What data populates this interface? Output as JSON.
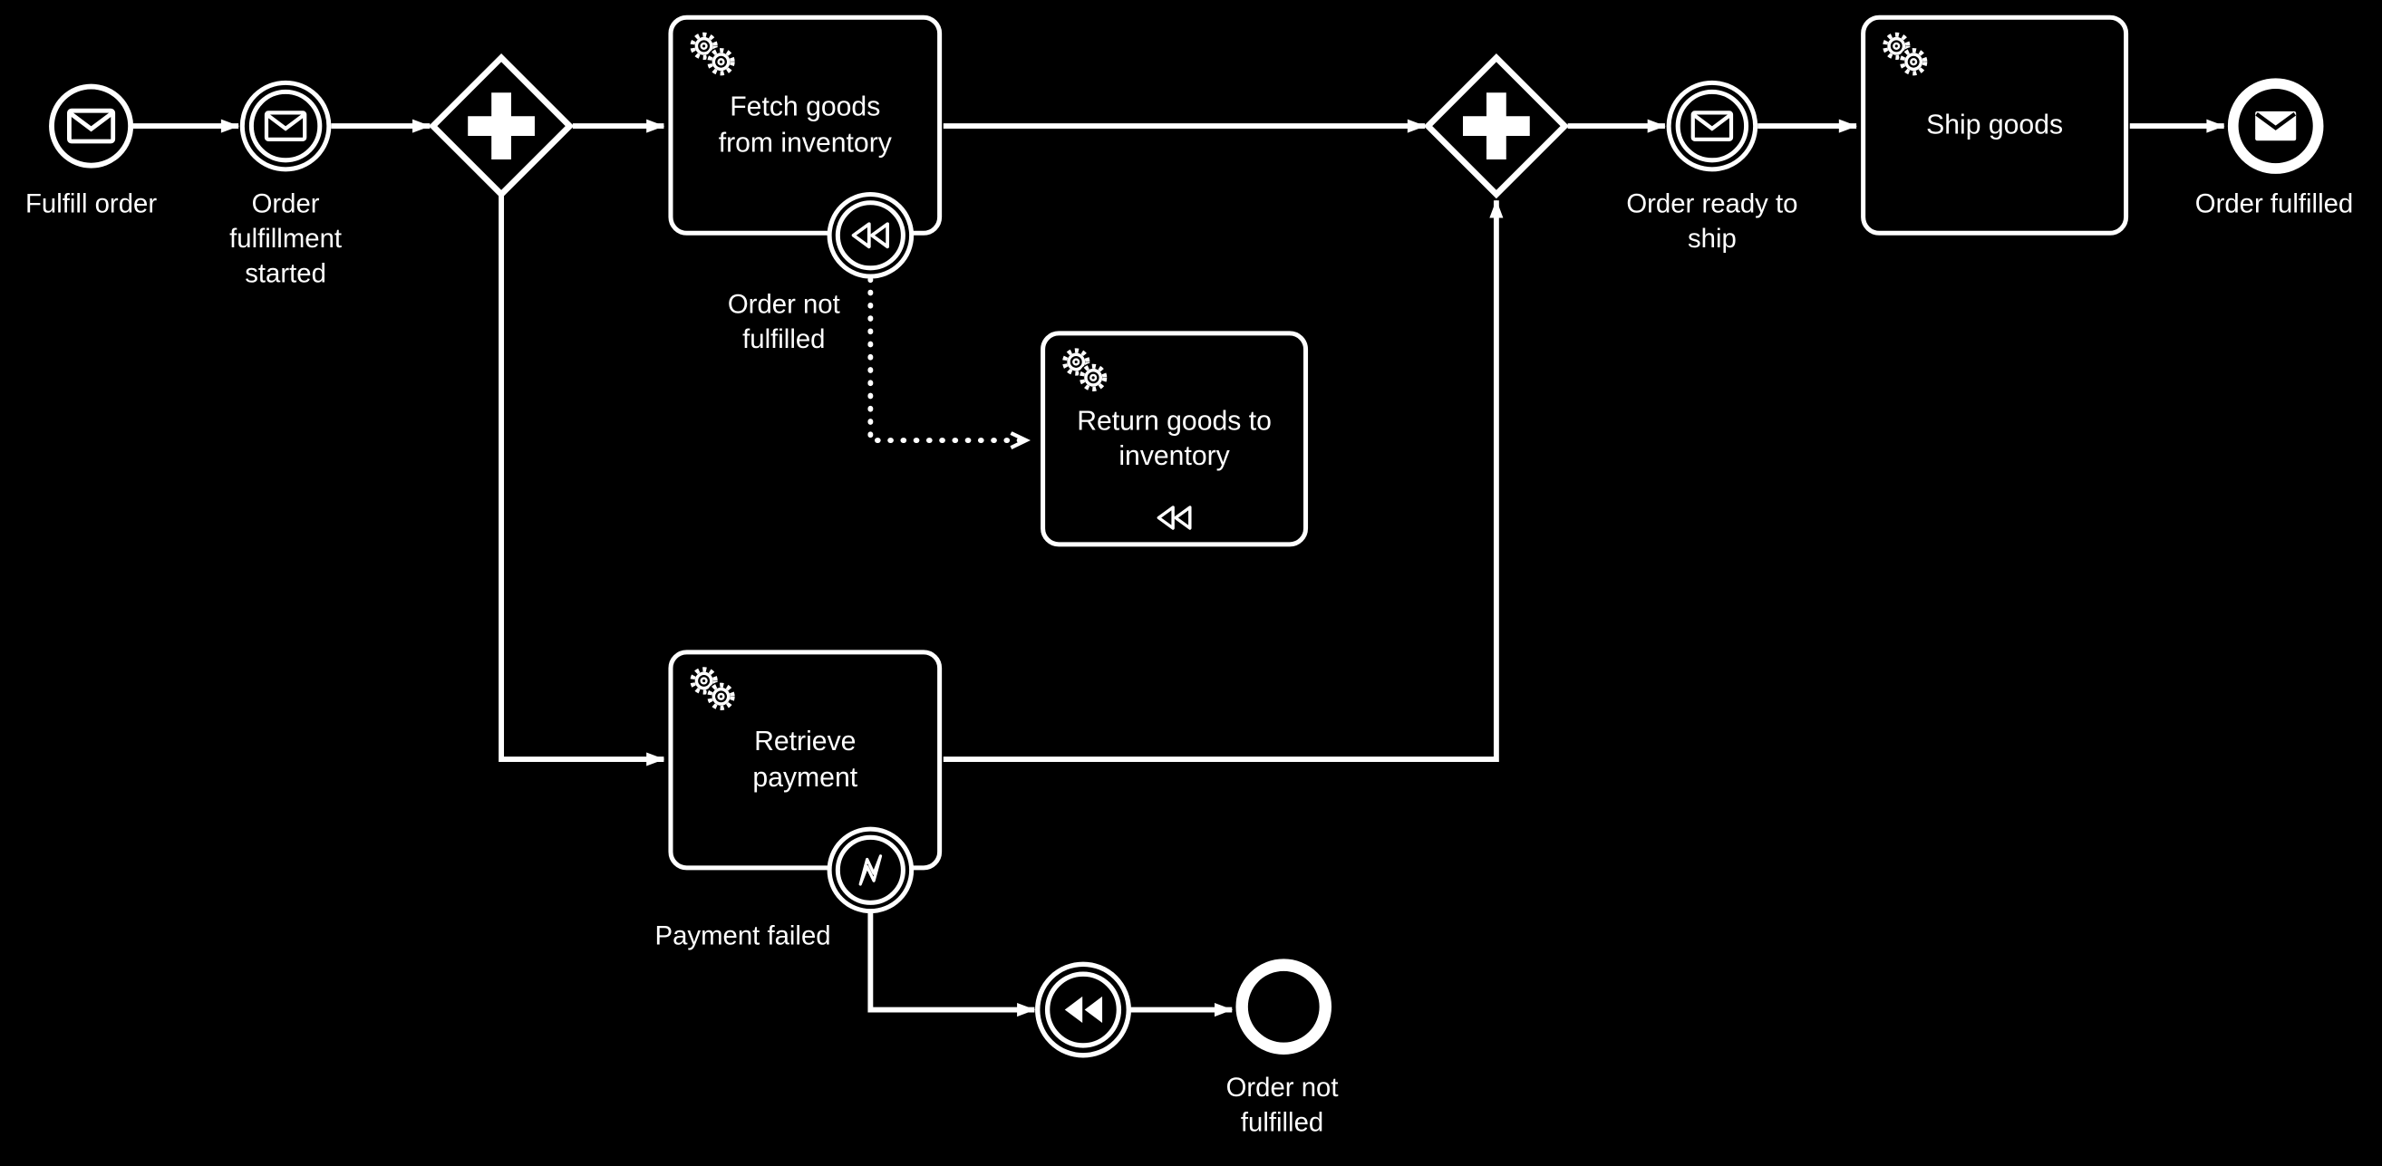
{
  "process": {
    "colors": {
      "background": "#000000",
      "stroke": "#ffffff"
    },
    "events": {
      "start": {
        "type": "message-start-event",
        "label": "Fulfill order"
      },
      "fulfillment_started": {
        "type": "message-intermediate-catch-event",
        "label": "Order fulfillment started",
        "lines": [
          "Order",
          "fulfillment",
          "started"
        ]
      },
      "order_not_fulfilled_boundary": {
        "type": "compensation-boundary-event",
        "label": "Order not fulfilled",
        "lines": [
          "Order not",
          "fulfilled"
        ]
      },
      "payment_failed_boundary": {
        "type": "error-boundary-event",
        "label": "Payment failed"
      },
      "compensation_throw": {
        "type": "compensation-intermediate-throw-event"
      },
      "order_not_fulfilled_end": {
        "type": "end-event",
        "label": "Order not fulfilled",
        "lines": [
          "Order not",
          "fulfilled"
        ]
      },
      "order_ready_to_ship": {
        "type": "message-intermediate-catch-event",
        "label": "Order ready to ship",
        "lines": [
          "Order ready to",
          "ship"
        ]
      },
      "order_fulfilled_end": {
        "type": "message-end-event",
        "label": "Order fulfilled"
      }
    },
    "gateways": {
      "split": {
        "type": "parallel-gateway"
      },
      "join": {
        "type": "parallel-gateway"
      }
    },
    "tasks": {
      "fetch_goods": {
        "type": "service-task",
        "label": "Fetch goods from inventory",
        "lines": [
          "Fetch goods",
          "from inventory"
        ]
      },
      "return_goods": {
        "type": "service-task",
        "marker": "compensation",
        "label": "Return goods to inventory",
        "lines": [
          "Return goods to",
          "inventory"
        ]
      },
      "retrieve_payment": {
        "type": "service-task",
        "label": "Retrieve payment",
        "lines": [
          "Retrieve",
          "payment"
        ]
      },
      "ship_goods": {
        "type": "service-task",
        "label": "Ship goods"
      }
    },
    "icons": {
      "service": "gear-icon",
      "message": "envelope-icon",
      "compensation": "rewind-icon",
      "error": "lightning-icon",
      "parallel": "plus-icon"
    }
  }
}
